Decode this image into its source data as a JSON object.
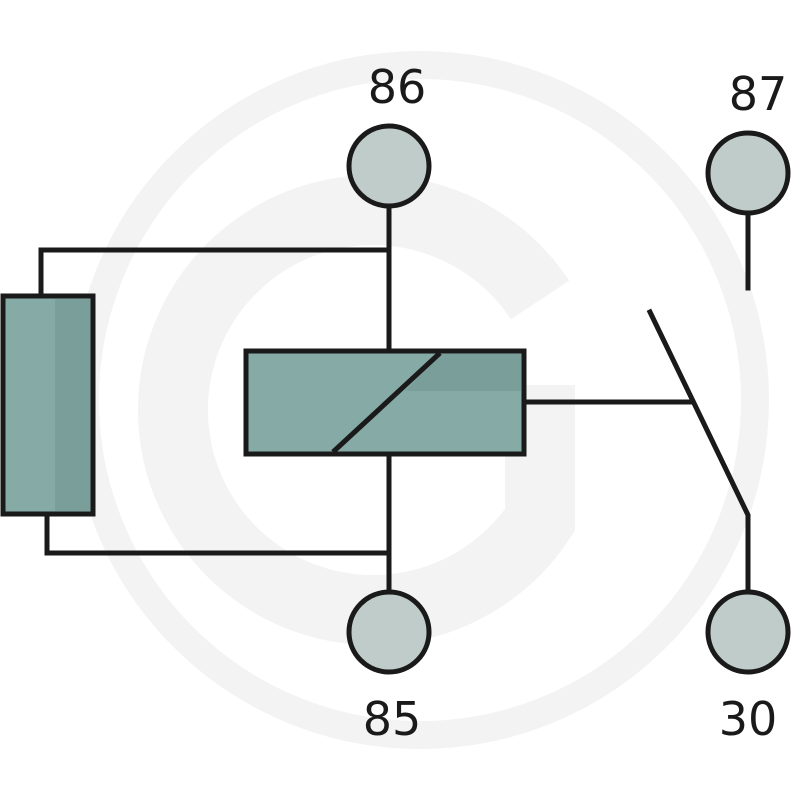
{
  "diagram": {
    "pins": [
      {
        "id": "pin-86",
        "label": "86"
      },
      {
        "id": "pin-87",
        "label": "87"
      },
      {
        "id": "pin-85",
        "label": "85"
      },
      {
        "id": "pin-30",
        "label": "30"
      }
    ],
    "components": {
      "coil": "relay-coil",
      "resistor": "suppression-resistor",
      "switch": "normally-open-contact"
    },
    "colors": {
      "component_fill": "#86aaa6",
      "component_shade": "#7a9f9b",
      "terminal_fill": "#c0ccc9",
      "stroke": "#1a1a1a",
      "watermark": "#f3f3f3"
    }
  }
}
